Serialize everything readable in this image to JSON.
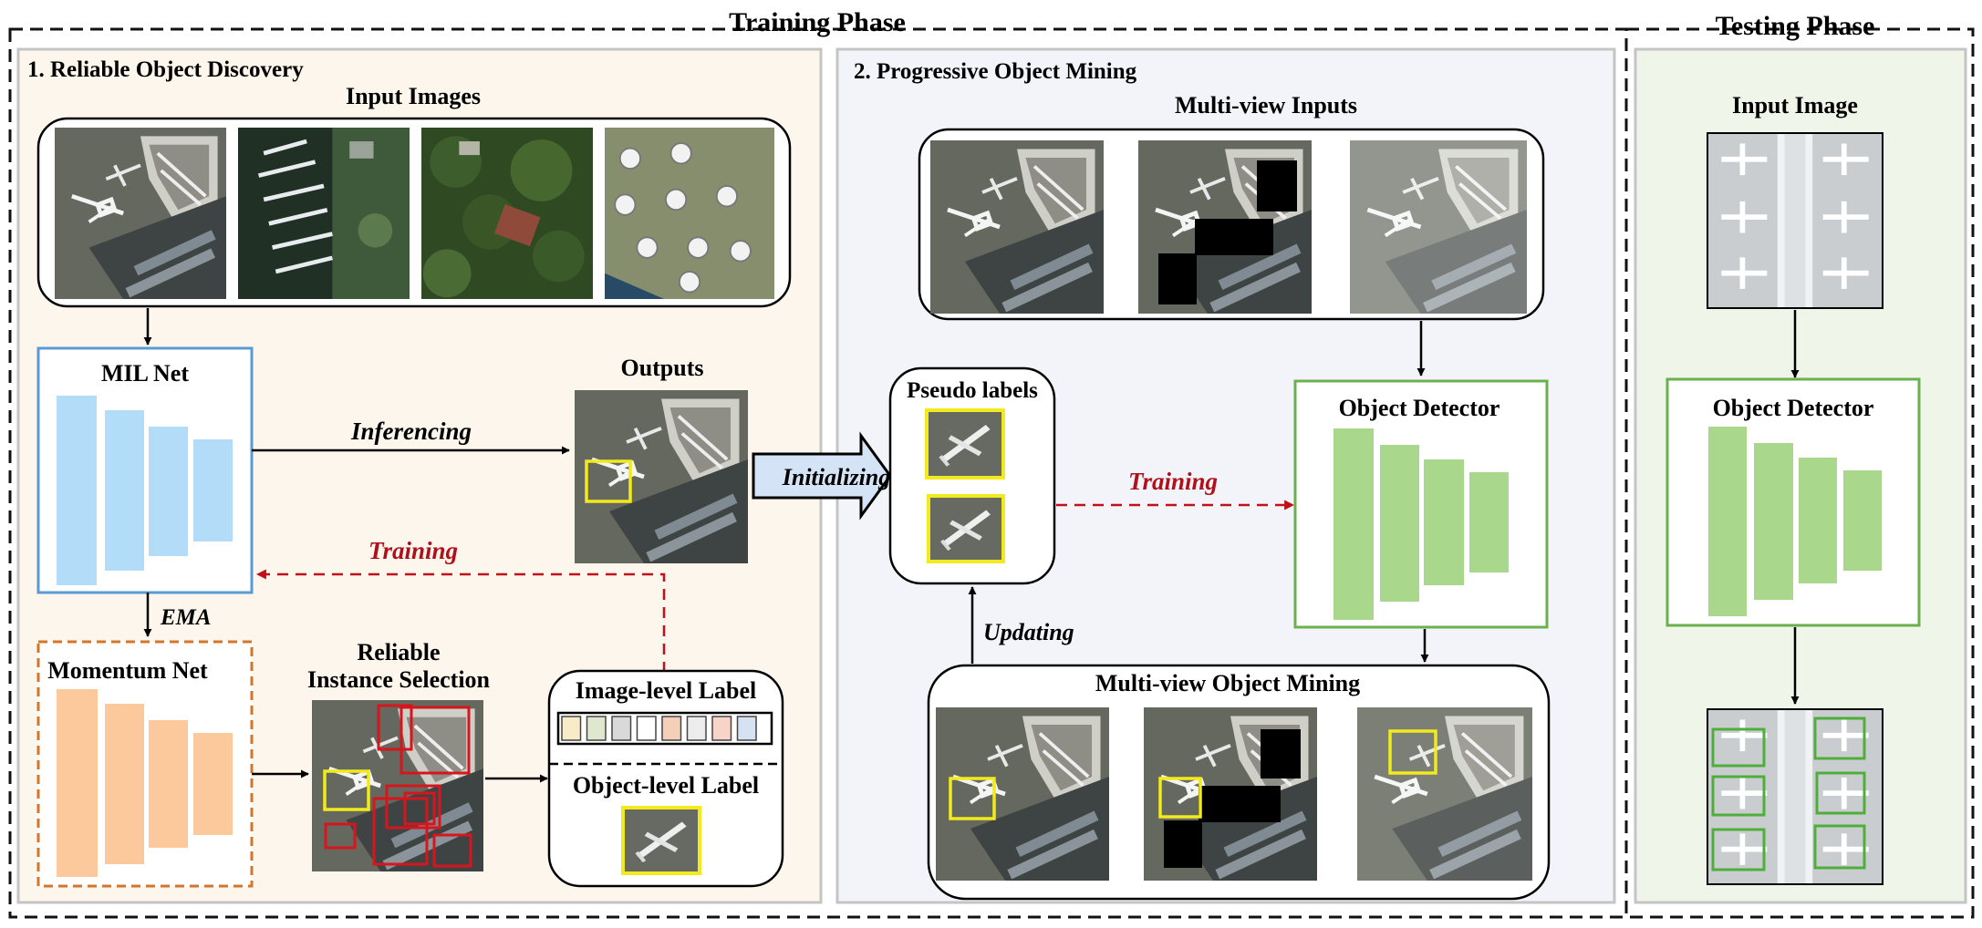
{
  "training_phase": {
    "title": "Training Phase",
    "section1": {
      "title": "1. Reliable Object Discovery",
      "input_images_label": "Input Images",
      "mil_net_label": "MIL Net",
      "inferencing_label": "Inferencing",
      "outputs_label": "Outputs",
      "training_label": "Training",
      "ema_label": "EMA",
      "momentum_net_label": "Momentum Net",
      "reliable_label_line1": "Reliable",
      "reliable_label_line2": "Instance Selection",
      "image_level_label": "Image-level Label",
      "object_level_label": "Object-level Label",
      "label_colors": [
        "#f8ecc8",
        "#dfe8cf",
        "#d9d9d9",
        "#ffffff",
        "#f5cfb8",
        "#ececec",
        "#f7d3c8",
        "#d4e2f2"
      ]
    },
    "section2": {
      "title": "2. Progressive Object Mining",
      "multiview_inputs_label": "Multi-view Inputs",
      "pseudo_labels_label": "Pseudo labels",
      "initializing_label": "Initializing",
      "training_label": "Training",
      "object_detector_label": "Object Detector",
      "updating_label": "Updating",
      "multiview_mining_label": "Multi-view Object Mining"
    }
  },
  "testing_phase": {
    "title": "Testing Phase",
    "input_image_label": "Input Image",
    "object_detector_label": "Object Detector"
  },
  "colors": {
    "mil_net": "#b3dcf8",
    "momentum_net": "#fcc99c",
    "detector": "#a9d88c",
    "highlight_yellow": "#f2ea1c",
    "selection_red": "#d8141c",
    "detection_green": "#4fae3a",
    "training_arrow": "#c0101a"
  }
}
